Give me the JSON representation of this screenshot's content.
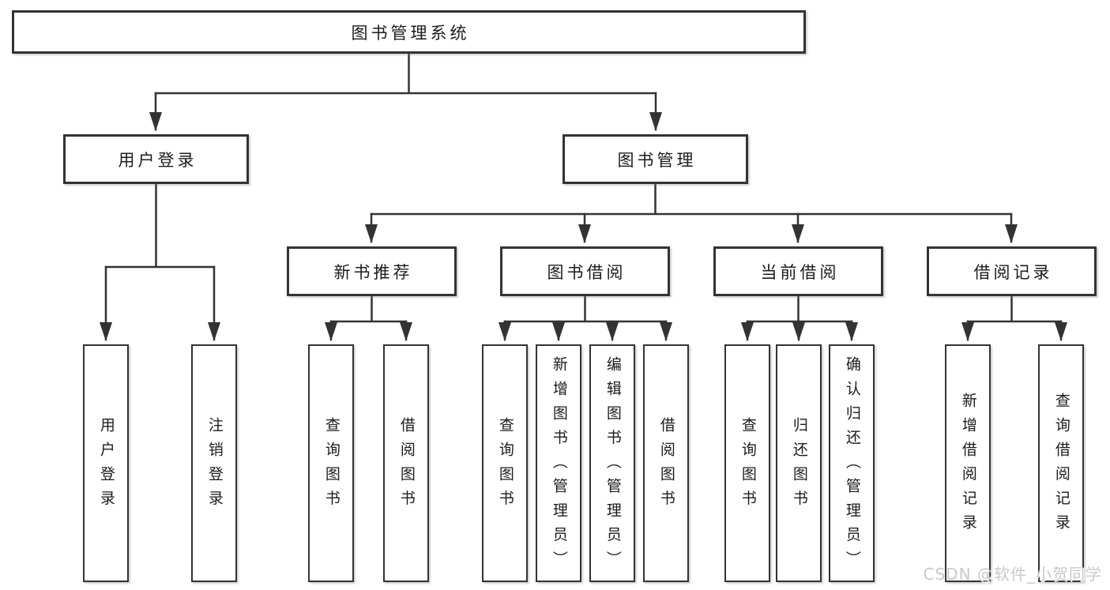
{
  "tree": {
    "label": "图书管理系统",
    "children": [
      {
        "label": "用户登录",
        "children": [
          {
            "label": "用户登录"
          },
          {
            "label": "注销登录"
          }
        ]
      },
      {
        "label": "图书管理",
        "children": [
          {
            "label": "新书推荐",
            "children": [
              {
                "label": "查询图书"
              },
              {
                "label": "借阅图书"
              }
            ]
          },
          {
            "label": "图书借阅",
            "children": [
              {
                "label": "查询图书"
              },
              {
                "label": "新增图书（管理员）"
              },
              {
                "label": "编辑图书（管理员）"
              },
              {
                "label": "借阅图书"
              }
            ]
          },
          {
            "label": "当前借阅",
            "children": [
              {
                "label": "查询图书"
              },
              {
                "label": "归还图书"
              },
              {
                "label": "确认归还（管理员）"
              }
            ]
          },
          {
            "label": "借阅记录",
            "children": [
              {
                "label": "新增借阅记录"
              },
              {
                "label": "查询借阅记录"
              }
            ]
          }
        ]
      }
    ]
  },
  "watermark": {
    "text": "CSDN @软件_小贺同学"
  },
  "colors": {
    "line": "#333333",
    "box_border": "#333333",
    "box_fill": "#ffffff",
    "text": "#1c1c1c",
    "background": "#ffffff",
    "watermark": "#c9c9c9"
  }
}
